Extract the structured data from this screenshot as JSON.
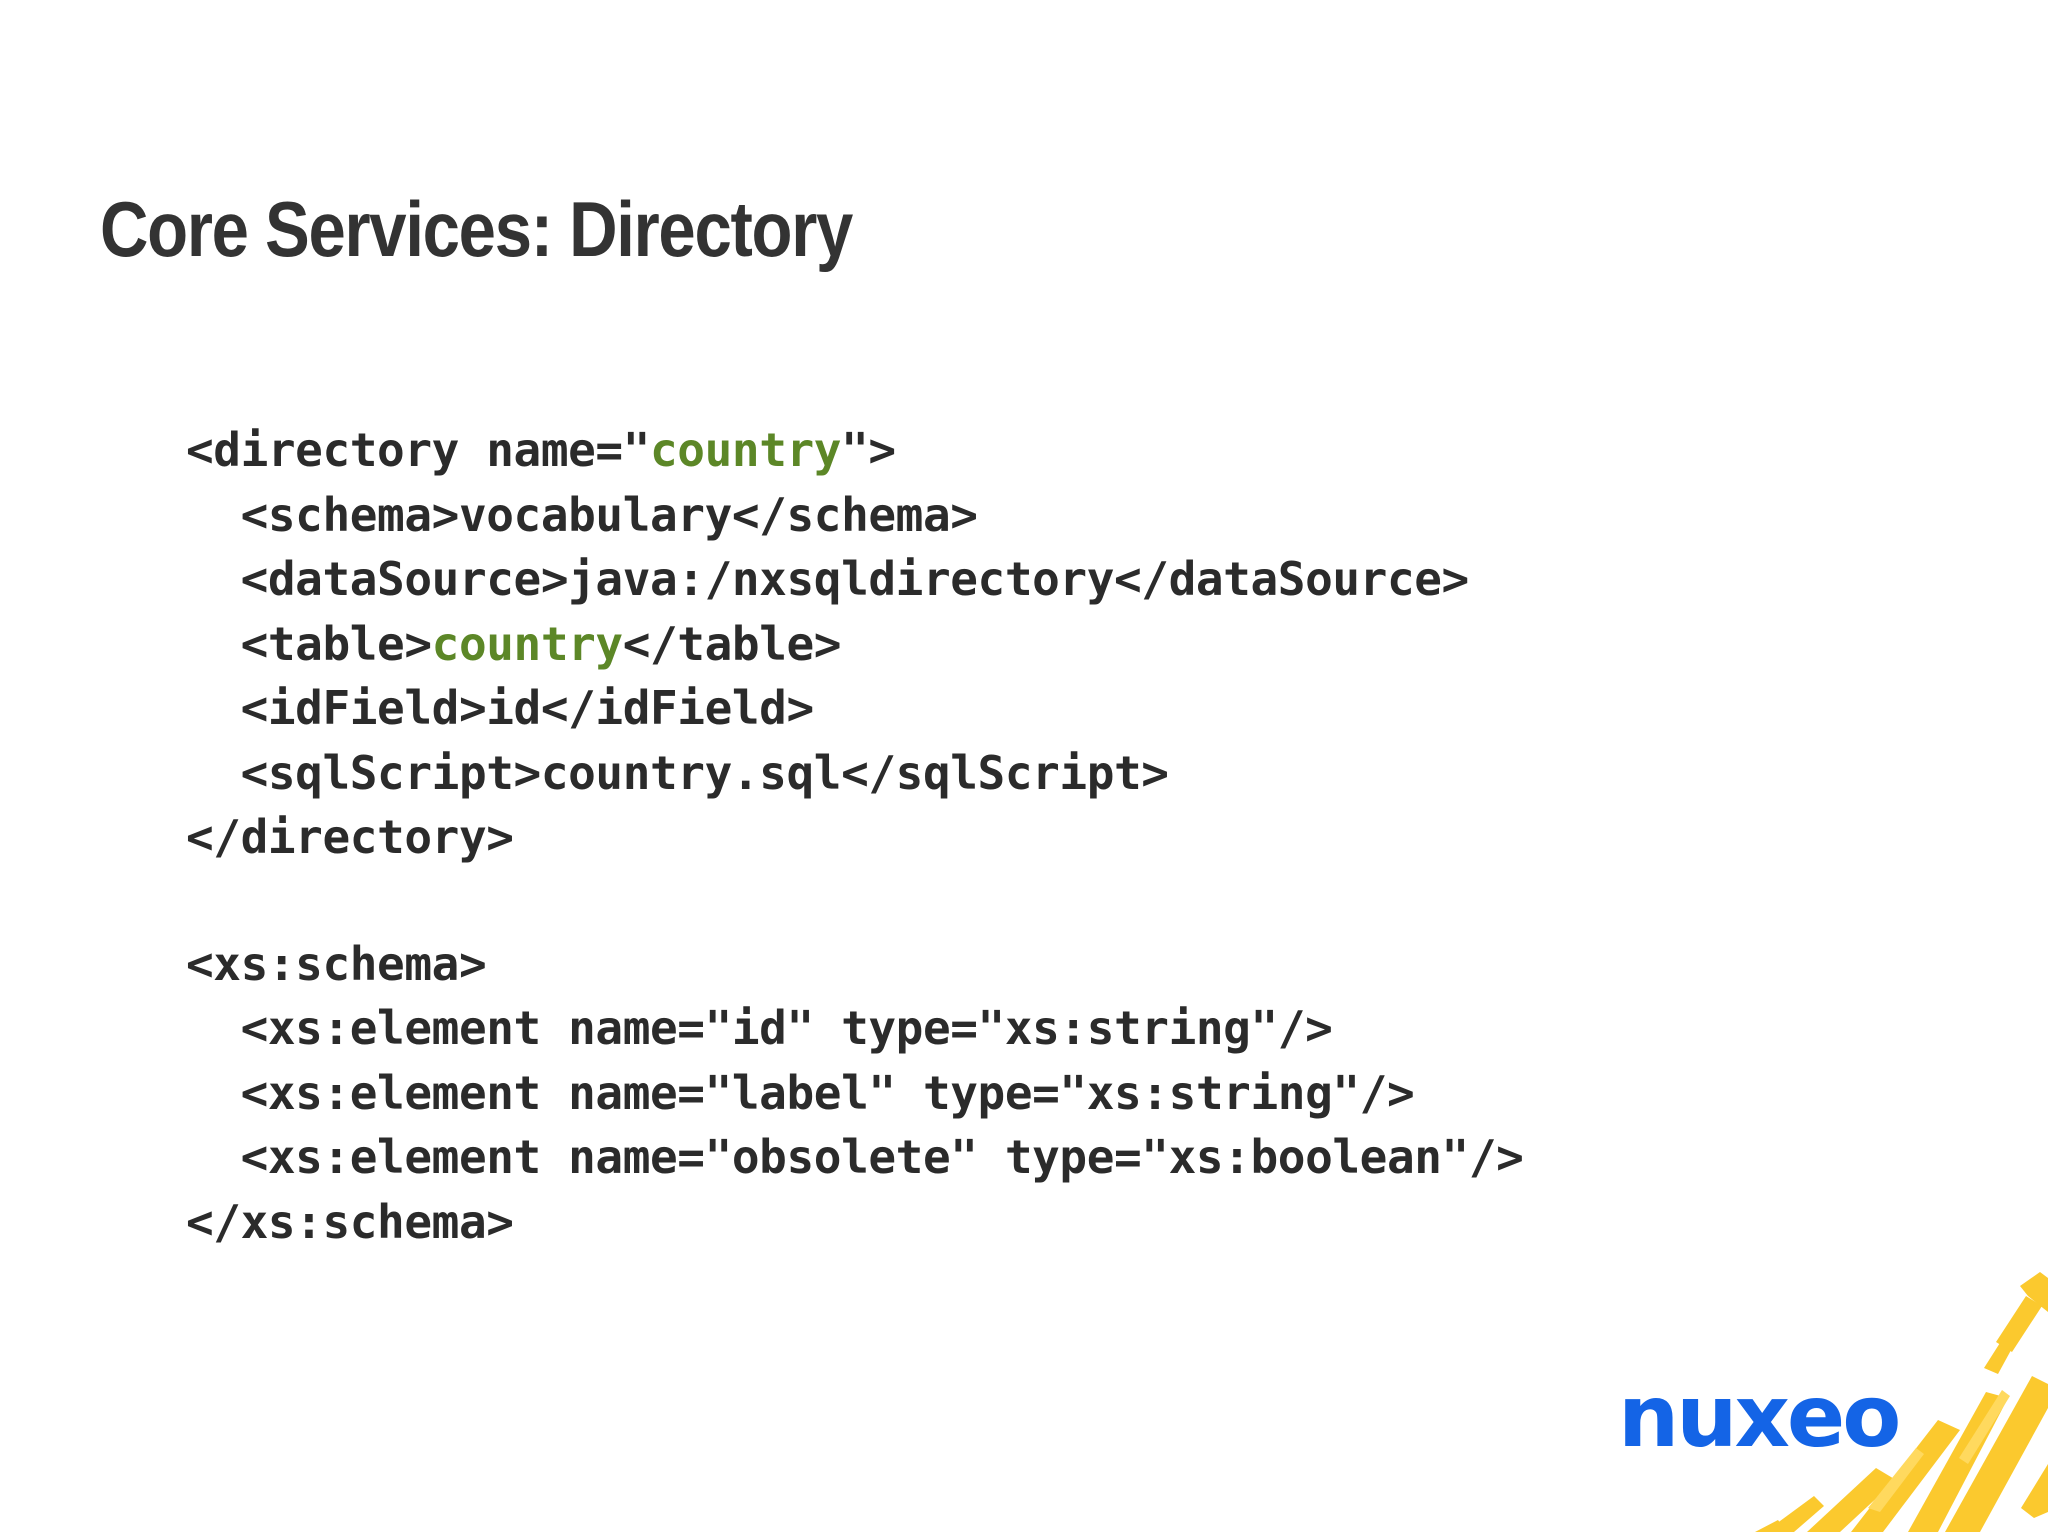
{
  "slide": {
    "title": "Core Services: Directory",
    "background_color": "#ffffff",
    "title_color": "#333333"
  },
  "code": {
    "text_color": "#2b2b2b",
    "value_color": "#5c8727",
    "blocks": [
      {
        "name": "directory-contribution",
        "lines": [
          [
            {
              "t": "<directory name=\"",
              "c": "plain"
            },
            {
              "t": "country",
              "c": "value"
            },
            {
              "t": "\">",
              "c": "plain"
            }
          ],
          [
            {
              "t": "  <schema>vocabulary</schema>",
              "c": "plain"
            }
          ],
          [
            {
              "t": "  <dataSource>java:/nxsqldirectory</dataSource>",
              "c": "plain"
            }
          ],
          [
            {
              "t": "  <table>",
              "c": "plain"
            },
            {
              "t": "country",
              "c": "value"
            },
            {
              "t": "</table>",
              "c": "plain"
            }
          ],
          [
            {
              "t": "  <idField>id</idField>",
              "c": "plain"
            }
          ],
          [
            {
              "t": "  <sqlScript>country.sql</sqlScript>",
              "c": "plain"
            }
          ],
          [
            {
              "t": "</directory>",
              "c": "plain"
            }
          ]
        ]
      },
      {
        "name": "xs-schema",
        "lines": [
          [
            {
              "t": "<xs:schema>",
              "c": "plain"
            }
          ],
          [
            {
              "t": "  <xs:element name=\"id\" type=\"xs:string\"/>",
              "c": "plain"
            }
          ],
          [
            {
              "t": "  <xs:element name=\"label\" type=\"xs:string\"/>",
              "c": "plain"
            }
          ],
          [
            {
              "t": "  <xs:element name=\"obsolete\" type=\"xs:boolean\"/>",
              "c": "plain"
            }
          ],
          [
            {
              "t": "</xs:schema>",
              "c": "plain"
            }
          ]
        ]
      }
    ]
  },
  "logo": {
    "wordmark": "nuxeo",
    "wordmark_color": "#1464e6",
    "brush_color": "#fbc92e"
  }
}
